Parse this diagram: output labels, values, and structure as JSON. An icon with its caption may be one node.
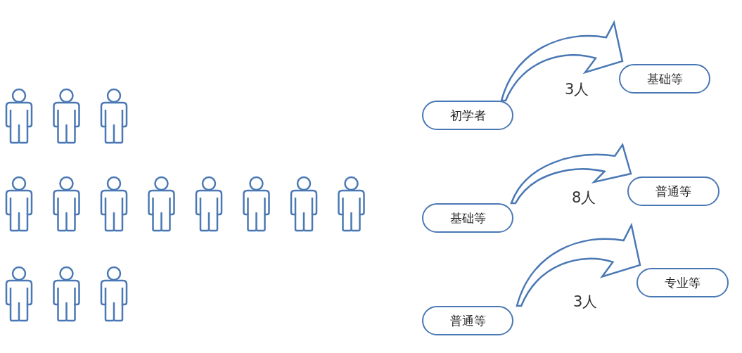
{
  "diagram": {
    "nodes": [
      {
        "text": [
          "初学者"
        ]
      },
      {
        "text": [
          "基础等"
        ]
      },
      {
        "text": [
          "基础等"
        ]
      },
      {
        "text": [
          "普通等"
        ]
      },
      {
        "text": [
          "普通等"
        ]
      },
      {
        "text": [
          "专业等"
        ]
      }
    ],
    "edges": [
      {
        "from": 0,
        "to": 1,
        "arrow": "to",
        "label": "3人"
      },
      {
        "from": 2,
        "to": 3,
        "arrow": "to",
        "label": "8人"
      },
      {
        "from": 4,
        "to": 5,
        "arrow": "to",
        "label": "3人"
      }
    ]
  }
}
